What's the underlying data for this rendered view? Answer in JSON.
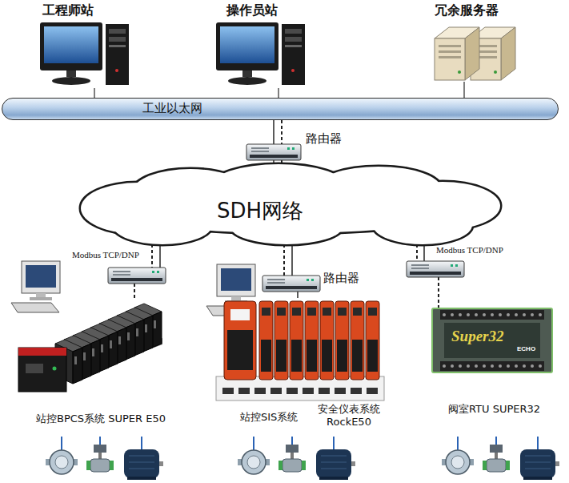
{
  "diagram": {
    "nodes": [
      {
        "text": [
          "工程师站"
        ]
      },
      {
        "text": [
          "操作员站"
        ]
      },
      {
        "text": [
          "冗余服务器"
        ]
      },
      {
        "text": [
          "工业以太网"
        ]
      },
      {
        "text": [
          "路由器"
        ]
      },
      {
        "text": [
          "SDH网络"
        ]
      },
      {
        "text": [
          "Modbus TCP/DNP"
        ]
      },
      {
        "text": [
          "路由器"
        ]
      },
      {
        "text": [
          "Modbus TCP/DNP"
        ]
      },
      {
        "text": [
          "站控BPCS系统 SUPER E50"
        ]
      },
      {
        "text": [
          "站控SIS系统",
          "安全仪表系统 RockE50"
        ]
      },
      {
        "text": [
          "Super32",
          "ECHO",
          "阀室RTU SUPER32"
        ]
      }
    ],
    "edges": [
      {
        "from": 0,
        "to": 3,
        "arrow": "none"
      },
      {
        "from": 1,
        "to": 3,
        "arrow": "none"
      },
      {
        "from": 2,
        "to": 3,
        "arrow": "none"
      },
      {
        "from": 3,
        "to": 4,
        "arrow": "none"
      },
      {
        "from": 4,
        "to": 5,
        "arrow": "none"
      },
      {
        "from": 5,
        "to": 6,
        "arrow": "none"
      },
      {
        "from": 5,
        "to": 7,
        "arrow": "none"
      },
      {
        "from": 5,
        "to": 8,
        "arrow": "none"
      },
      {
        "from": 6,
        "to": 9,
        "arrow": "none"
      },
      {
        "from": 7,
        "to": 10,
        "arrow": "none"
      },
      {
        "from": 8,
        "to": 11,
        "arrow": "none"
      }
    ]
  }
}
